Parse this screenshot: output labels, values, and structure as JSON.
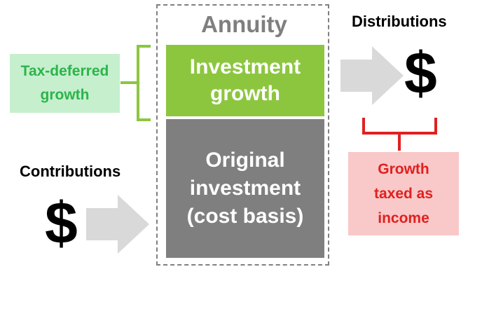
{
  "annuity": {
    "title": "Annuity",
    "growth_block": "Investment\ngrowth",
    "original_block": "Original\ninvestment\n(cost basis)"
  },
  "left": {
    "tax_deferred": "Tax-deferred\ngrowth",
    "contributions_label": "Contributions",
    "contributions_symbol": "$"
  },
  "right": {
    "distributions_label": "Distributions",
    "distributions_symbol": "$",
    "taxed_as_income": "Growth\ntaxed as\nincome"
  },
  "colors": {
    "growth_green": "#8cc63f",
    "original_gray": "#7f7f7f",
    "tax_deferred_bg": "#c6efce",
    "tax_deferred_text": "#2bb54a",
    "taxed_bg": "#f9c8c8",
    "taxed_text": "#e02020",
    "arrow": "#d9d9d9",
    "dashed_border": "#808080"
  }
}
